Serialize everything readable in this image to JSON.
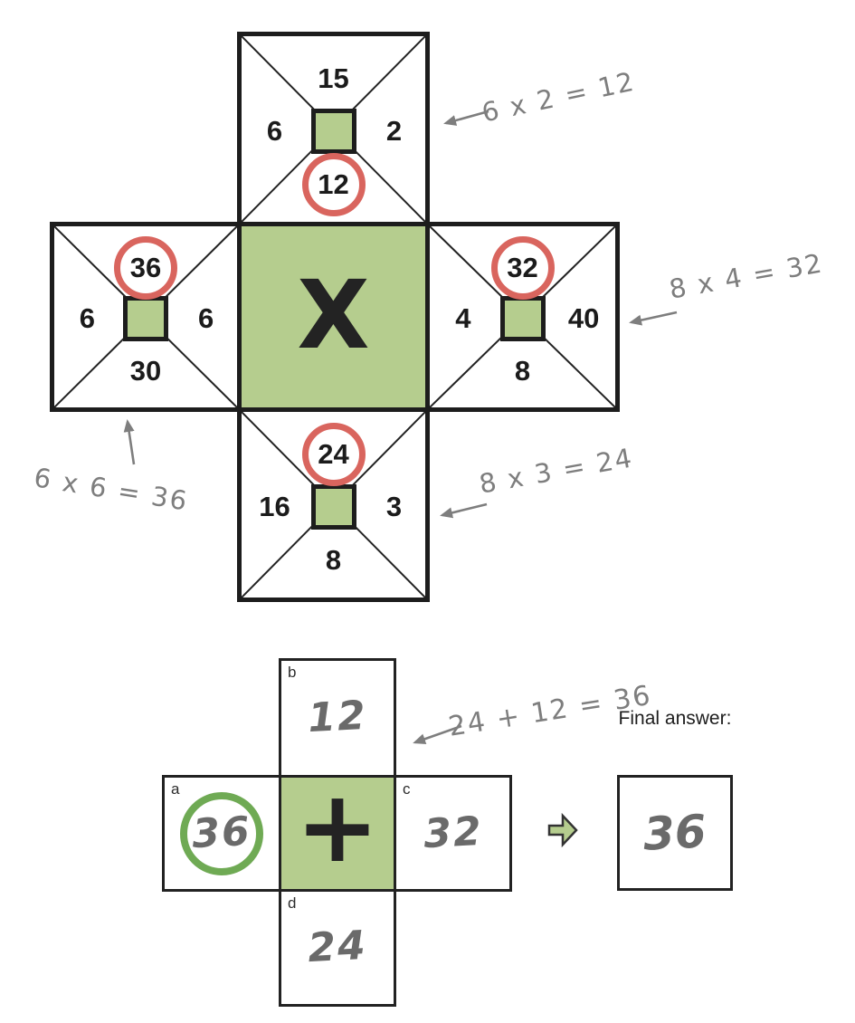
{
  "colors": {
    "green_fill": "#b5cd8e",
    "red_highlight_ring": "#d9655e",
    "green_highlight_ring": "#6faa54",
    "annotation_gray": "#7e7e7e",
    "handwriting_gray": "#6a6a6a",
    "ink_black": "#1d1d1d"
  },
  "top_cross": {
    "operator": "X",
    "petals": {
      "top": {
        "n_top": "15",
        "n_left": "6",
        "n_right": "2",
        "n_bottom": "12",
        "circled_position": "bottom",
        "circled_value": "12"
      },
      "left": {
        "n_top": "36",
        "n_left": "6",
        "n_right": "6",
        "n_bottom": "30",
        "circled_position": "top",
        "circled_value": "36"
      },
      "right": {
        "n_top": "32",
        "n_left": "4",
        "n_right": "40",
        "n_bottom": "8",
        "circled_position": "top",
        "circled_value": "32"
      },
      "bottom": {
        "n_top": "24",
        "n_left": "16",
        "n_right": "3",
        "n_bottom": "8",
        "circled_position": "top",
        "circled_value": "24"
      }
    },
    "annotations": {
      "top_right": "6 x 2 = 12",
      "right": "8 x 4 = 32",
      "bottom_right": "8 x 3 = 24",
      "bottom_left": "6 x 6 = 36"
    }
  },
  "bottom_cross": {
    "operator": "+",
    "cells": {
      "a": {
        "label": "a",
        "value": "36",
        "circled": true
      },
      "b": {
        "label": "b",
        "value": "12",
        "circled": false
      },
      "c": {
        "label": "c",
        "value": "32",
        "circled": false
      },
      "d": {
        "label": "d",
        "value": "24",
        "circled": false
      }
    },
    "annotation": "24 + 12 = 36",
    "final_answer": {
      "label": "Final answer:",
      "value": "36"
    }
  }
}
